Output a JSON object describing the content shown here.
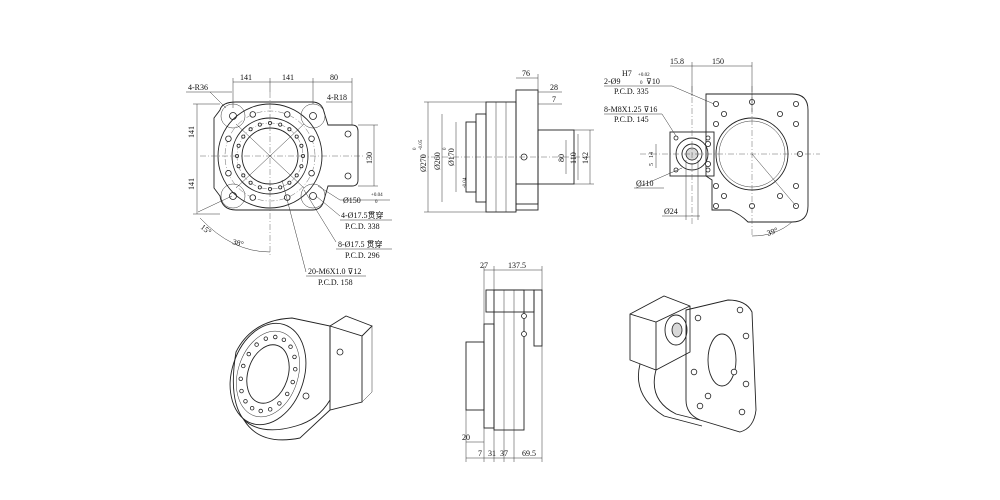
{
  "front_view": {
    "dim_141_left": "141",
    "dim_141_right": "141",
    "dim_80": "80",
    "radius_r36": "4-R36",
    "radius_r18": "4-R18",
    "dim_141_upper": "141",
    "dim_141_lower": "141",
    "dim_130": "130",
    "dia_150": "Ø150",
    "tol_150_upper": "+0.04",
    "tol_150_lower": "0",
    "angle_15": "15°",
    "angle_38": "38°",
    "hole_4_spec": "4-Ø17.5贯穿",
    "hole_4_pcd": "P.C.D. 338",
    "hole_8_spec": "8-Ø17.5 贯穿",
    "hole_8_pcd": "P.C.D. 296",
    "thread_20_spec": "20-M6X1.0 ⊽12",
    "thread_20_pcd": "P.C.D. 158"
  },
  "side_view": {
    "dim_76": "76",
    "dim_28": "28",
    "dim_7": "7",
    "dia_270": "Ø270",
    "tol_270_upper": "0",
    "tol_270_lower": "-0.05",
    "dia_260": "Ø260",
    "dia_170": "Ø170",
    "tol_170_upper": "0",
    "tol_170_lower": "-0.04",
    "dim_80": "80",
    "dim_110": "110",
    "dim_142": "142"
  },
  "rear_view": {
    "fit_h7": "H7",
    "tol_h7_upper": "+0.02",
    "tol_h7_lower": "0",
    "pin_hole_spec": "2-Ø9",
    "pin_depth": "⊽10",
    "pin_pcd": "P.C.D. 335",
    "dim_15_8": "15.8",
    "dim_150": "150",
    "thread_8_spec": "8-M8X1.25 ⊽16",
    "thread_8_pcd": "P.C.D. 145",
    "dim_14": "14",
    "dim_5": "5",
    "dia_110": "Ø110",
    "dia_24": "Ø24",
    "angle_39": "39°"
  },
  "bottom_view": {
    "dim_27": "27",
    "dim_137_5": "137.5",
    "dim_20": "20",
    "dim_7": "7",
    "dim_31": "31",
    "dim_37": "37",
    "dim_69_5": "69.5"
  }
}
